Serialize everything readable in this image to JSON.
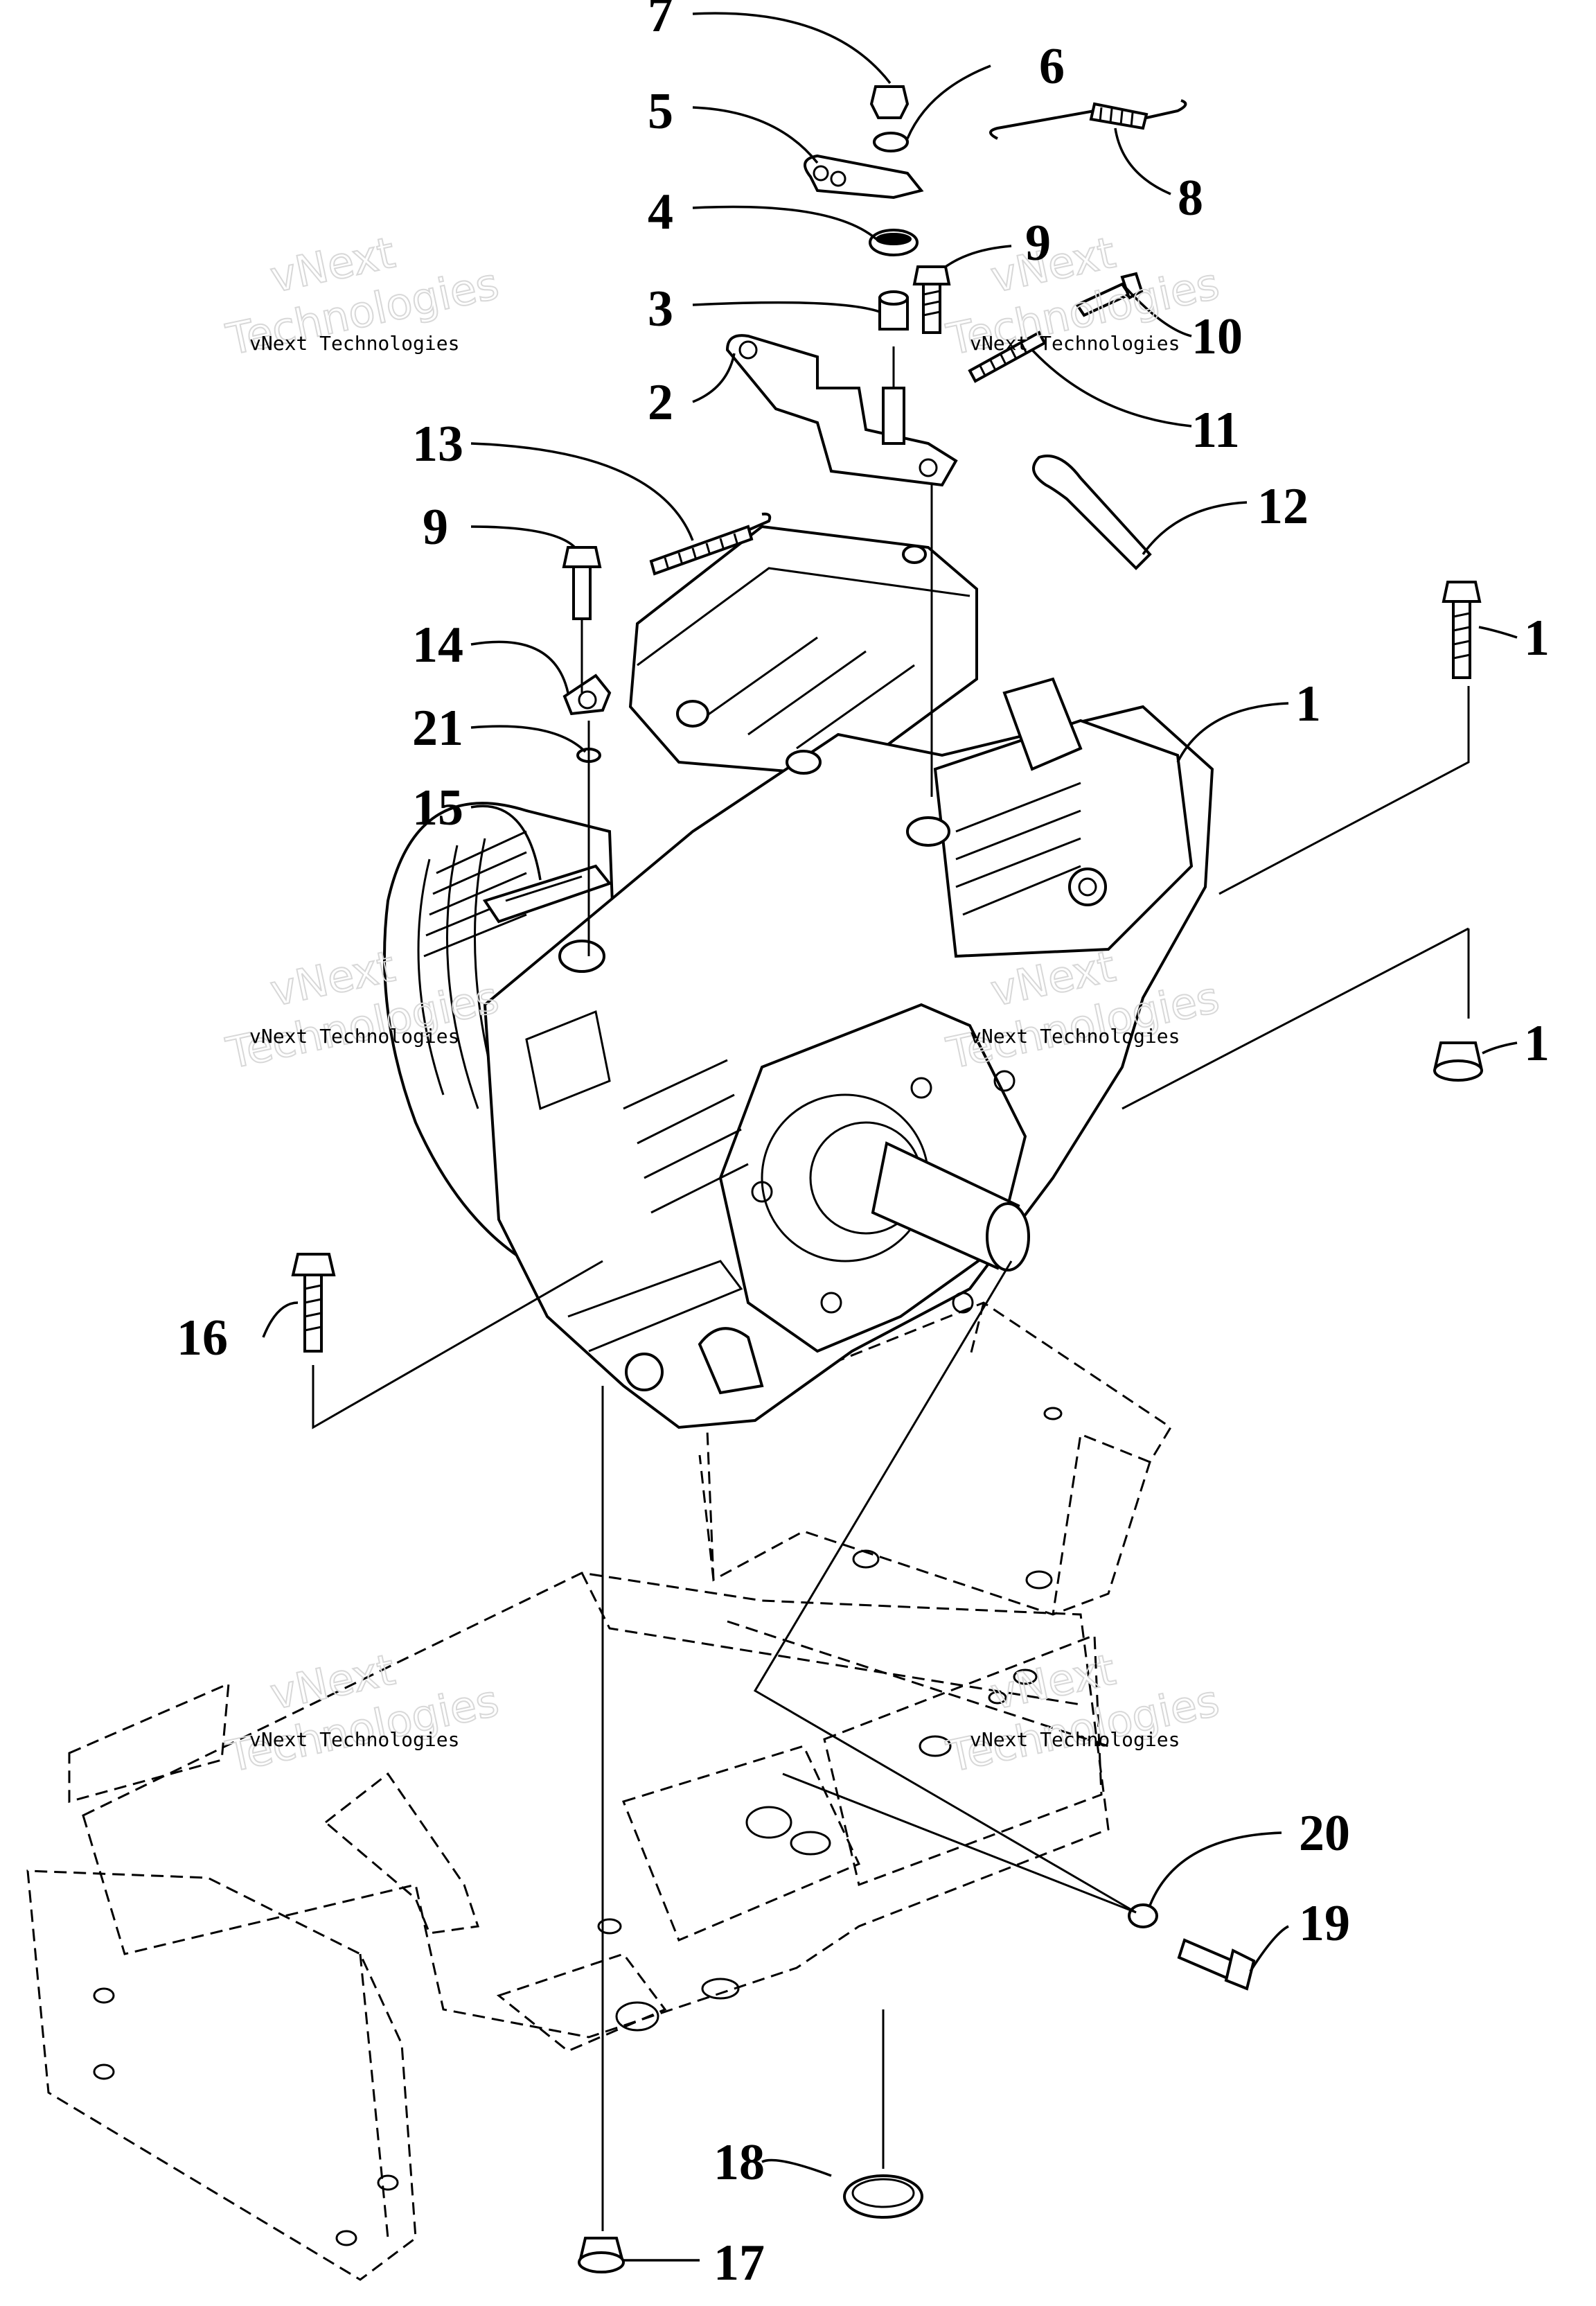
{
  "callouts": [
    "7",
    "6",
    "5",
    "8",
    "4",
    "9",
    "3",
    "10",
    "2",
    "11",
    "13",
    "12",
    "9",
    "1",
    "14",
    "1",
    "21",
    "15",
    "1",
    "16",
    "20",
    "19",
    "18",
    "17"
  ],
  "watermarks": {
    "small": "vNext Technologies",
    "large": "vNext\nTechnologies"
  }
}
